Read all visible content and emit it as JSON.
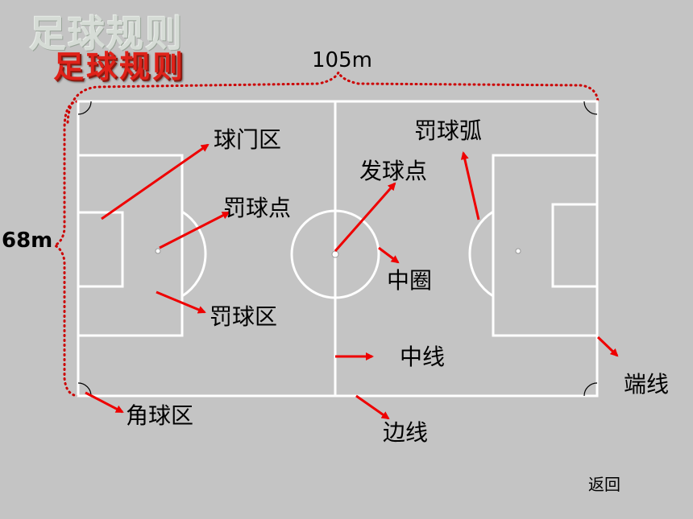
{
  "title": {
    "watermark": "足球规则",
    "main": "足球规则"
  },
  "dimensions": {
    "length": "105m",
    "width": "68m"
  },
  "labels": {
    "goal_area": "球门区",
    "penalty_spot": "罚球点",
    "penalty_area": "罚球区",
    "corner_area": "角球区",
    "kickoff_spot": "发球点",
    "center_circle": "中圈",
    "halfway_line": "中线",
    "touchline": "边线",
    "penalty_arc": "罚球弧",
    "goal_line": "端线"
  },
  "nav": {
    "back_label": "返回"
  },
  "colors": {
    "background": "#c4c4c4",
    "field_lines": "#ffffff",
    "arrows": "#ee0000",
    "bracket": "#cc0000",
    "title": "#e0221a"
  }
}
